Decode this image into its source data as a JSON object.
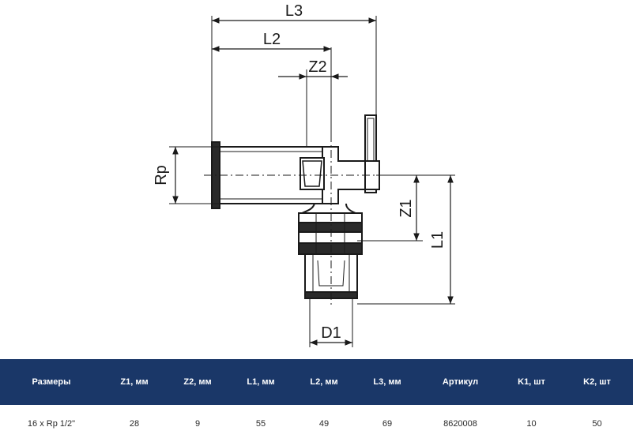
{
  "drawing": {
    "dimension_labels": {
      "L3": "L3",
      "L2": "L2",
      "Z2": "Z2",
      "Rp": "Rp",
      "Z1": "Z1",
      "L1": "L1",
      "D1": "D1"
    }
  },
  "table": {
    "headers": [
      "Размеры",
      "Z1, мм",
      "Z2, мм",
      "L1, мм",
      "L2, мм",
      "L3, мм",
      "Артикул",
      "K1, шт",
      "K2, шт"
    ],
    "rows": [
      [
        "16 x Rp 1/2\"",
        "28",
        "9",
        "55",
        "49",
        "69",
        "8620008",
        "10",
        "50"
      ]
    ]
  },
  "colors": {
    "header_bg": "#1a3768",
    "header_text": "#ffffff",
    "line": "#1a1a1a"
  }
}
